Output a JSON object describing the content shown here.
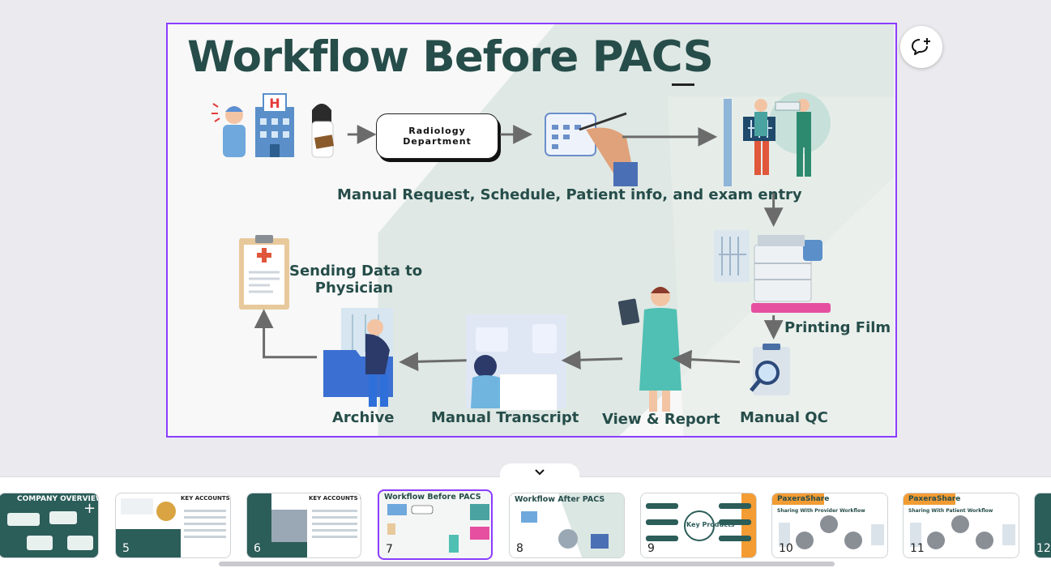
{
  "slide": {
    "title": "Workflow Before PACS",
    "radiology_box": [
      "Radiology",
      "Department"
    ],
    "steps": {
      "manual_request": "Manual Request, Schedule, Patient info, and exam entry",
      "printing_film": "Printing Film",
      "manual_qc": "Manual QC",
      "view_report": "View & Report",
      "manual_transcript": "Manual Transcript",
      "archive": "Archive",
      "sending_data_1": "Sending Data to",
      "sending_data_2": "Physician"
    },
    "colors": {
      "heading": "#264d4a",
      "selection": "#8b3dff",
      "arrow": "#6b6b6b"
    }
  },
  "filmstrip": {
    "collapse_icon": "chevron-down-icon",
    "thumbnails": [
      {
        "num": "",
        "title": "COMPANY OVERVIEW",
        "theme": "dark"
      },
      {
        "num": "5",
        "title": "KEY ACCOUNTS Private Sector",
        "theme": "light"
      },
      {
        "num": "6",
        "title": "KEY ACCOUNTS Gov Section",
        "theme": "dark"
      },
      {
        "num": "7",
        "title": "Workflow Before PACS",
        "theme": "active"
      },
      {
        "num": "8",
        "title": "Workflow After PACS",
        "theme": "light"
      },
      {
        "num": "9",
        "title": "Key Products",
        "theme": "light"
      },
      {
        "num": "10",
        "title": "PaxeraShare",
        "theme": "light"
      },
      {
        "num": "11",
        "title": "PaxeraShare",
        "theme": "light"
      },
      {
        "num": "12",
        "title": "",
        "theme": "dark"
      }
    ],
    "thumb_sub_10": "Sharing With Provider Workflow",
    "thumb_sub_11": "Sharing With Patient Workflow"
  }
}
